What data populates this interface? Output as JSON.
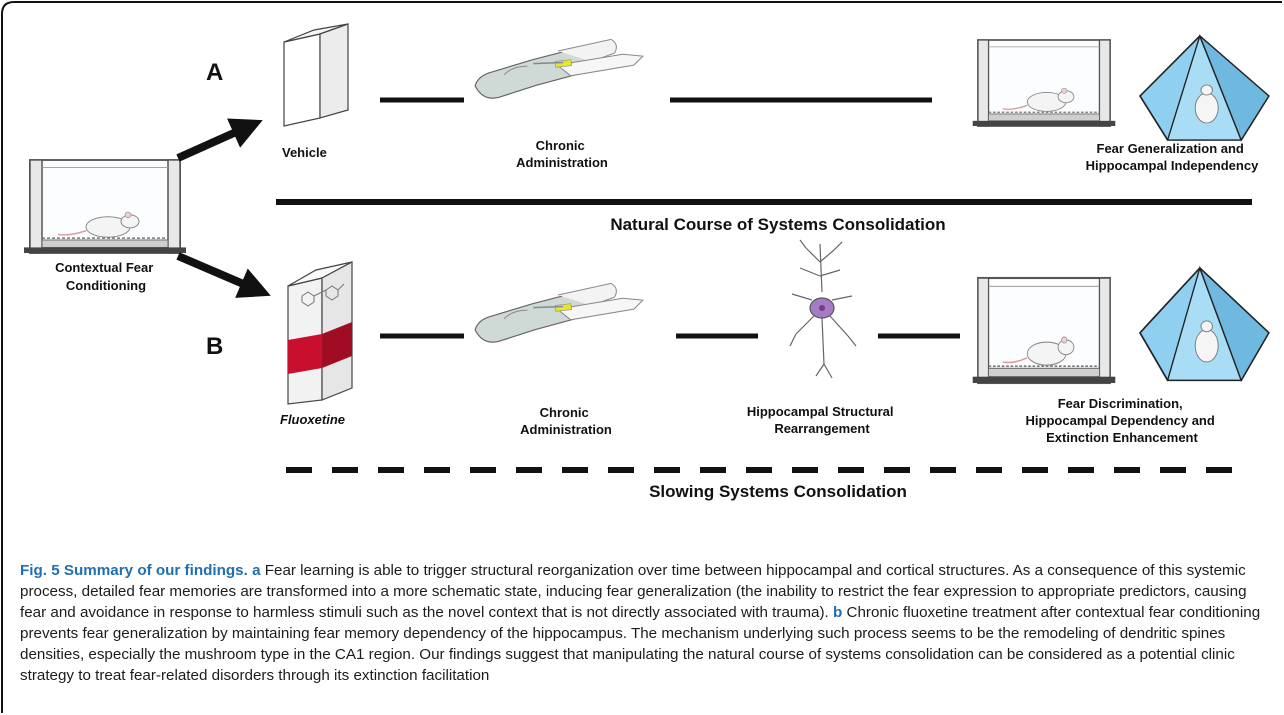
{
  "panels": {
    "a": {
      "letter": "A",
      "vehicle_label": "Vehicle",
      "admin_label": [
        "Chronic",
        "Administration"
      ],
      "outcome_label": [
        "Fear Generalization and",
        "Hippocampal Independency"
      ],
      "course_label": "Natural Course of Systems Consolidation"
    },
    "b": {
      "letter": "B",
      "drug_label": "Fluoxetine",
      "admin_label": [
        "Chronic",
        "Administration"
      ],
      "structural_label": [
        "Hippocampal Structural",
        "Rearrangement"
      ],
      "outcome_label": [
        "Fear Discrimination,",
        "Hippocampal Dependency and",
        "Extinction Enhancement"
      ],
      "course_label": "Slowing Systems Consolidation"
    }
  },
  "start": {
    "label": [
      "Contextual Fear",
      "Conditioning"
    ]
  },
  "colors": {
    "accent_red": "#c8102e",
    "caption_blue": "#1f6fb2",
    "pyramid_blue": "#8fd0f0",
    "neuron_purple": "#a57cc4"
  },
  "icons": {
    "vehicle": "white-box-icon",
    "fluoxetine": "drug-box-icon",
    "administration": "gloved-hand-syringe-icon",
    "context_a": "conditioning-chamber-icon",
    "context_b": "pyramid-context-icon",
    "neuron": "pyramidal-neuron-icon"
  },
  "caption": {
    "head": "Fig. 5 Summary of our findings.",
    "a_letter": "a",
    "a_text": " Fear learning is able to trigger structural reorganization over time between hippocampal and cortical structures. As a consequence of this systemic process, detailed fear memories are transformed into a more schematic state, inducing fear generalization (the inability to restrict the fear expression to appropriate predictors, causing fear and avoidance in response to harmless stimuli such as the novel context that is not directly associated with trauma).",
    "b_letter": "b",
    "b_text": " Chronic fluoxetine treatment after contextual fear conditioning prevents fear generalization by maintaining fear memory dependency of the hippocampus. The mechanism underlying such process seems to be the remodeling of dendritic spines densities, especially the mushroom type in the CA1 region. Our findings suggest that manipulating the natural course of systems consolidation can be considered as a potential clinic strategy to treat fear-related disorders through its extinction facilitation"
  }
}
